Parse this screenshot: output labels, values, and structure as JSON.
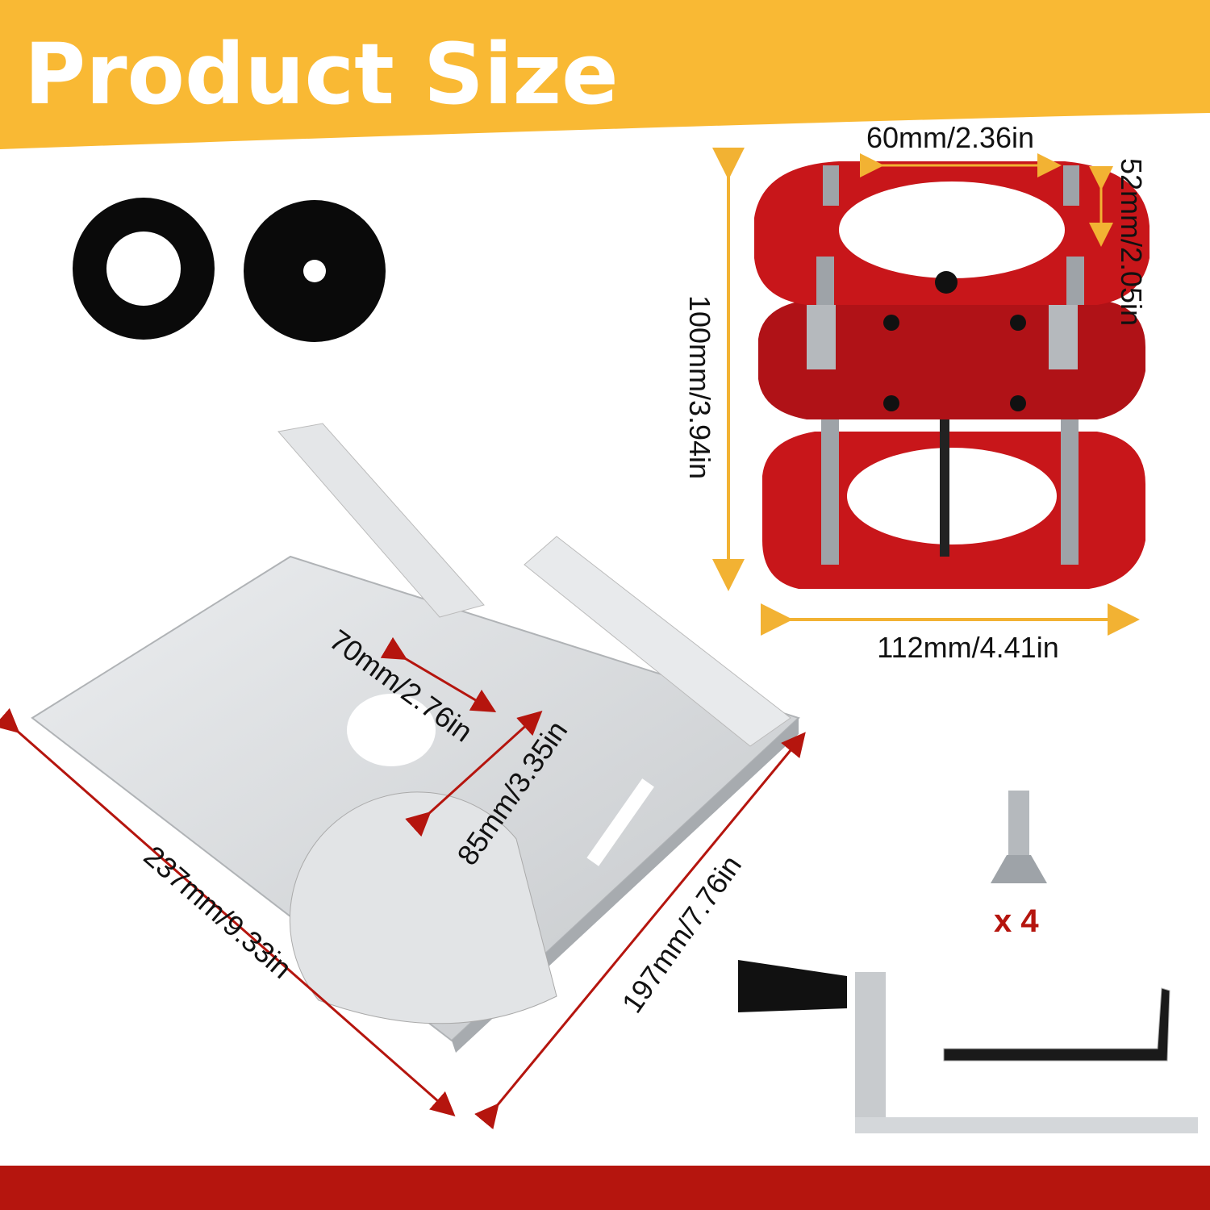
{
  "header": {
    "title": "Product Size"
  },
  "colors": {
    "banner": "#f9b934",
    "footer": "#b5150e",
    "lift_red": "#c8161a",
    "plate_silver": "#d6d8da",
    "gold_arrow": "#f2b233",
    "red_arrow": "#b5150e"
  },
  "lift": {
    "top_width": "60mm/2.36in",
    "plate_gap": "52mm/2.05in",
    "height": "100mm/3.94in",
    "base_width": "112mm/4.41in"
  },
  "plate": {
    "slot_spacing": "70mm/2.76in",
    "hole_spacing": "85mm/3.35in",
    "length": "237mm/9.33in",
    "width": "197mm/7.76in"
  },
  "accessories": {
    "screw_quantity": "x 4"
  }
}
